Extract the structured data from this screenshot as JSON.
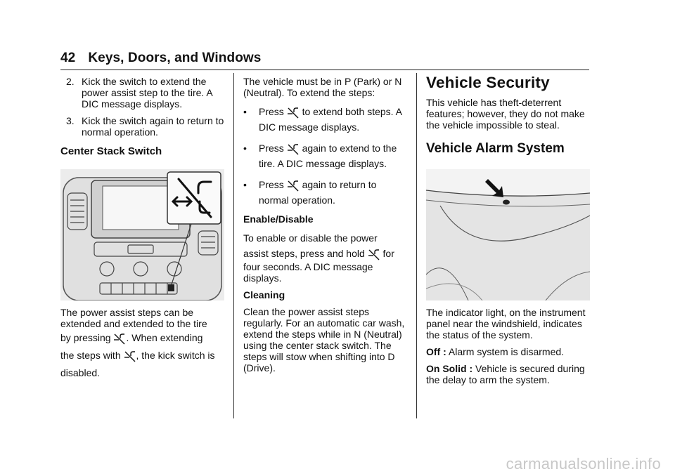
{
  "header": {
    "page_number": "42",
    "section_title": "Keys, Doors, and Windows"
  },
  "col1": {
    "steps": [
      {
        "num": "2.",
        "text": "Kick the switch to extend the power assist step to the tire. A DIC message displays."
      },
      {
        "num": "3.",
        "text": "Kick the switch again to return to normal operation."
      }
    ],
    "heading": "Center Stack Switch",
    "para_a": "The power assist steps can be extended and extended to the tire",
    "para_b_pre": "by pressing",
    "para_b_post": ". When extending",
    "para_c_pre": "the steps with",
    "para_c_post": ", the kick switch is",
    "para_d": "disabled."
  },
  "col2": {
    "intro": "The vehicle must be in P (Park) or N (Neutral). To extend the steps:",
    "bullet_char": "•",
    "bullets": [
      {
        "pre": "Press",
        "post": " to extend both steps. A DIC message displays."
      },
      {
        "pre": "Press",
        "post": " again to extend to the tire. A DIC message displays."
      },
      {
        "pre": "Press",
        "post": " again to return to normal operation."
      }
    ],
    "enable_heading": "Enable/Disable",
    "enable_a": "To enable or disable the power",
    "enable_b_pre": "assist steps, press and hold",
    "enable_b_post": " for",
    "enable_c": "four seconds. A DIC message displays.",
    "cleaning_heading": "Cleaning",
    "cleaning_text": "Clean the power assist steps regularly. For an automatic car wash, extend the steps while in N (Neutral) using the center stack switch. The steps will stow when shifting into D (Drive)."
  },
  "col3": {
    "title": "Vehicle Security",
    "security_text": "This vehicle has theft-deterrent features; however, they do not make the vehicle impossible to steal.",
    "alarm_heading": "Vehicle Alarm System",
    "indicator_text": "The indicator light, on the instrument panel near the windshield, indicates the status of the system.",
    "off_label": "Off :",
    "off_text": " Alarm system is disarmed.",
    "solid_label": "On Solid :",
    "solid_text": " Vehicle is secured during the delay to arm the system."
  },
  "watermark": "carmanualsonline.info",
  "colors": {
    "text": "#111111",
    "figure_bg": "#f2f2f2",
    "watermark": "#c8c8c8"
  },
  "icons": [
    "power-step-switch-icon",
    "alarm-indicator-arrow-icon"
  ]
}
